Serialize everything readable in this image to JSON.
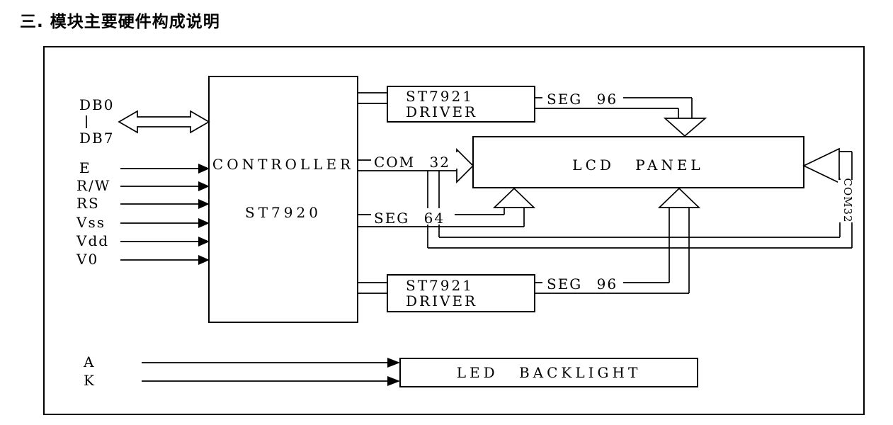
{
  "page": {
    "title": "三. 模块主要硬件构成说明"
  },
  "signals": {
    "db0": "DB0",
    "db7": "DB7",
    "e": "E",
    "rw": "R/W",
    "rs": "RS",
    "vss": "Vss",
    "vdd": "Vdd",
    "v0": "V0",
    "a": "A",
    "k": "K"
  },
  "blocks": {
    "controller": {
      "name": "CONTROLLER",
      "chip": "ST7920"
    },
    "driver_top": {
      "chip": "ST7921",
      "role": "DRIVER"
    },
    "driver_bottom": {
      "chip": "ST7921",
      "role": "DRIVER"
    },
    "lcd_panel": {
      "name": "LCD PANEL"
    },
    "led_backlight": {
      "name": "LED BACKLIGHT"
    }
  },
  "buses": {
    "seg96_top": "SEG 96",
    "com32": "COM 32",
    "seg64": "SEG 64",
    "seg96_bottom": "SEG 96",
    "com32_right": "COM32"
  },
  "colors": {
    "line": "#000000",
    "background": "#ffffff"
  }
}
